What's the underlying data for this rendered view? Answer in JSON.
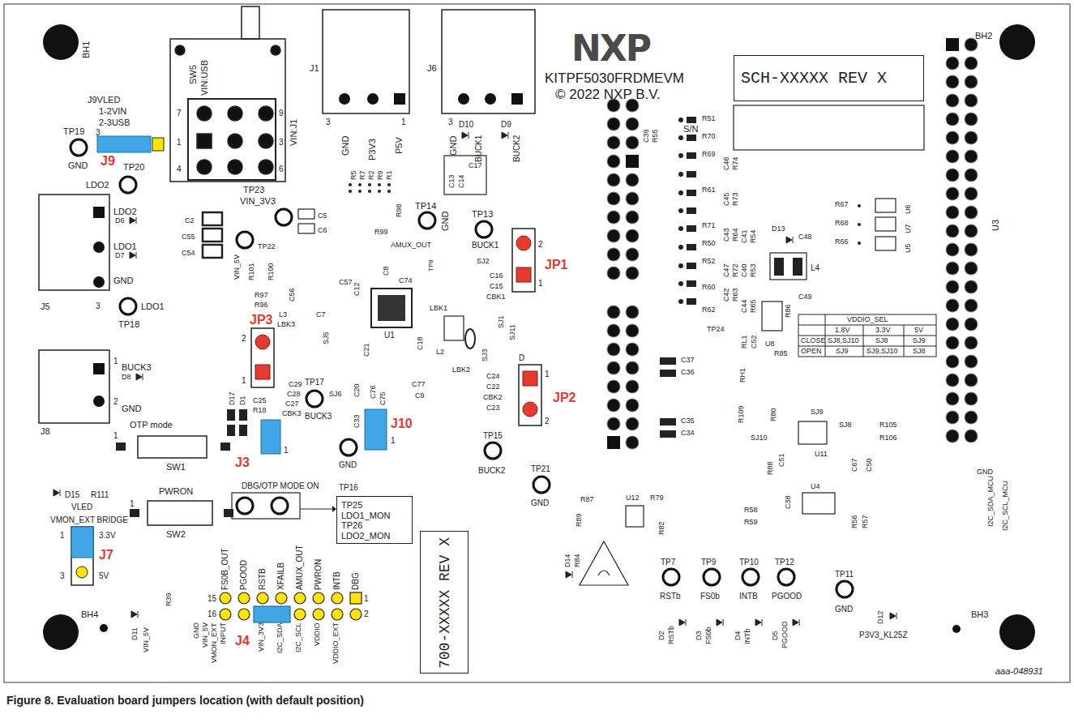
{
  "diagram": {
    "caption": "Figure 8. Evaluation board jumpers location (with default position)",
    "nodes": [
      {
        "text": [
          "SCH-XXXXX REV X"
        ]
      },
      {
        "text": [
          "TP25 LDO1_MON TP26 LDO2_MON"
        ]
      },
      {
        "text": [
          "700-XXXXX REV X"
        ]
      }
    ],
    "labels": [
      "BH1",
      "BH2",
      "BH4",
      "BH3",
      "SW5",
      "VIN:USB",
      "J9VLED",
      "1-2VIN",
      "2-3USB",
      "3",
      "TP19",
      "J9",
      "GND",
      "TP20",
      "LDO2",
      "7",
      "9",
      "1",
      "3",
      "4",
      "6",
      "VIN:J1",
      "J1",
      "3",
      "GND",
      "P3V3",
      "P5V",
      "1",
      "J6",
      "3",
      "GND",
      "D10",
      "BUCK1",
      "D9",
      "BUCK2",
      "NXP",
      "KITPF5030FRDMEVM",
      "© 2022 NXP B.V.",
      "S/N",
      "R5",
      "R7",
      "R2",
      "R9",
      "R1",
      "C13",
      "C14",
      "C17",
      "TP14",
      "GND",
      "TP13",
      "BUCK1",
      "2",
      "1",
      "JP1",
      "R98",
      "R99",
      "AMUX_OUT",
      "TP8",
      "SJ2",
      "C16",
      "C15",
      "CBK1",
      "TP23",
      "VIN_3V3",
      "C5",
      "C6",
      "C2",
      "C55",
      "C54",
      "TP22",
      "VIN_5V",
      "R101",
      "R100",
      "R97",
      "R96",
      "C56",
      "C57",
      "C12",
      "C8",
      "C74",
      "L3",
      "LBK3",
      "C7",
      "SJ5",
      "U1",
      "LBK1",
      "SJ1",
      "SJ11",
      "C18",
      "L2",
      "LBK2",
      "SJ3",
      "C24",
      "C22",
      "CBK2",
      "C23",
      "D",
      "1",
      "2",
      "JP2",
      "JP3",
      "2",
      "1",
      "C29",
      "C28",
      "C27",
      "CBK3",
      "C20",
      "C21",
      "C76",
      "C75",
      "C77",
      "C9",
      "C33",
      "J10",
      "1",
      "TP17",
      "SJ6",
      "BUCK3",
      "C25",
      "R18",
      "D17",
      "D1",
      "J3",
      "1",
      "GND",
      "TP16",
      "TP15",
      "BUCK2",
      "DBG/OTP MODE ON",
      "OTP mode",
      "1",
      "SW1",
      "PWRON",
      "1",
      "SW2",
      "D15",
      "R111",
      "VLED",
      "VMON_EXT BRIDGE",
      "1",
      "3.3V",
      "J7",
      "3",
      "5V",
      "FS0B_OUT",
      "PGOOD",
      "RSTB",
      "XFAILB",
      "AMUX_OUT",
      "PWRON",
      "INTB",
      "DBG",
      "15",
      "1",
      "16",
      "2",
      "J4",
      "GND",
      "VIN_5V",
      "VMON_EXT",
      "INPUT",
      "VIN_3V3",
      "I2C_SDA",
      "I2C_SCL",
      "VDDIO",
      "VDDIO_EXT",
      "R39",
      "D11",
      "VIN_5V",
      "TP21",
      "GND",
      "R87",
      "U12",
      "R79",
      "R89",
      "R82",
      "D14",
      "R84",
      "TP7",
      "RSTb",
      "TP9",
      "FS0b",
      "TP10",
      "INTB",
      "TP12",
      "PGOOD",
      "TP11",
      "GND",
      "D2",
      "RSTb",
      "D3",
      "FS0b",
      "D4",
      "INTb",
      "D5",
      "PGOOD",
      "D12",
      "P3V3_KL25Z",
      "aaa-048931",
      "C39",
      "R55",
      "R51",
      "R70",
      "R69",
      "C46",
      "R74",
      "R61",
      "C45",
      "R73",
      "R71",
      "R50",
      "C43",
      "R64",
      "C41",
      "R54",
      "R52",
      "C47",
      "R72",
      "C40",
      "R53",
      "R60",
      "C42",
      "R63",
      "C44",
      "R65",
      "R62",
      "R86",
      "RL1",
      "C52",
      "TP24",
      "U8",
      "R85",
      "D13",
      "C48",
      "L4",
      "C49",
      "C37",
      "C36",
      "C35",
      "C34",
      "RH1",
      "R109",
      "SJ10",
      "R80",
      "SJ9",
      "U11",
      "SJ8",
      "R88",
      "C51",
      "C67",
      "C50",
      "R105",
      "R106",
      "U4",
      "C38",
      "R58",
      "R59",
      "R56",
      "R57",
      "R67",
      "U6",
      "R68",
      "U7",
      "R66",
      "U5",
      "U3",
      "GND",
      "I2C_SDA_MCU",
      "I2C_SCL_MCU",
      "VDDIO_SEL",
      "1.8V",
      "3.3V",
      "5V",
      "CLOSE",
      "SJ8,SJ10",
      "SJ8",
      "SJ9",
      "OPEN",
      "SJ9",
      "SJ9,SJ10",
      "SJ8",
      "LDO2",
      "D6",
      "LDO1",
      "D7",
      "GND",
      "J5",
      "3",
      "LDO1",
      "TP18",
      "1",
      "BUCK3",
      "D8",
      "2",
      "GND",
      "J8"
    ]
  }
}
